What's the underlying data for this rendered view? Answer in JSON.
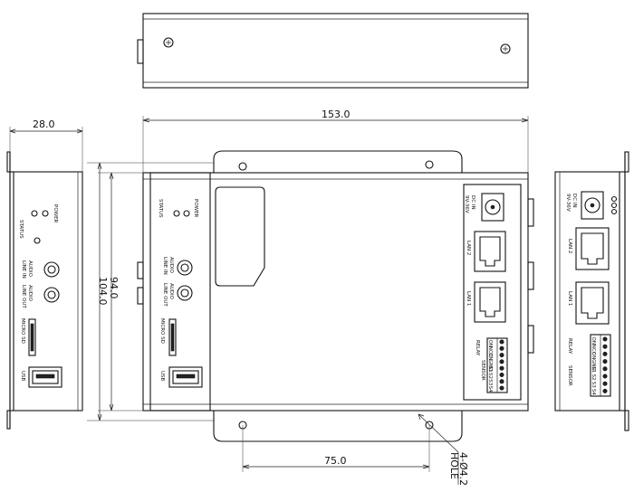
{
  "dimensions": {
    "depth": "28.0",
    "width": "153.0",
    "height_inner": "94.0",
    "height_outer": "104.0",
    "hole_spacing": "75.0",
    "hole_spec_line1": "4-Ø4.2",
    "hole_spec_line2": "HOLE"
  },
  "front_panel": {
    "status": "STATUS",
    "power": "POWER",
    "audio_in_line1": "AUDIO",
    "audio_in_line2": "LINE IN",
    "audio_out_line1": "AUDIO",
    "audio_out_line2": "LINE OUT",
    "micro_sd": "MICRO SD",
    "usb": "USB"
  },
  "rear_panel": {
    "dc_in_line1": "DC IN",
    "dc_in_line2": "9V-36V",
    "lan2": "LAN 2",
    "lan1": "LAN 1",
    "relay": "RELAY",
    "sensor": "SENSOR",
    "terminal_pins": [
      "ON",
      "NCC",
      "ON",
      "GND",
      "S1",
      "S2",
      "S3",
      "S4"
    ]
  }
}
